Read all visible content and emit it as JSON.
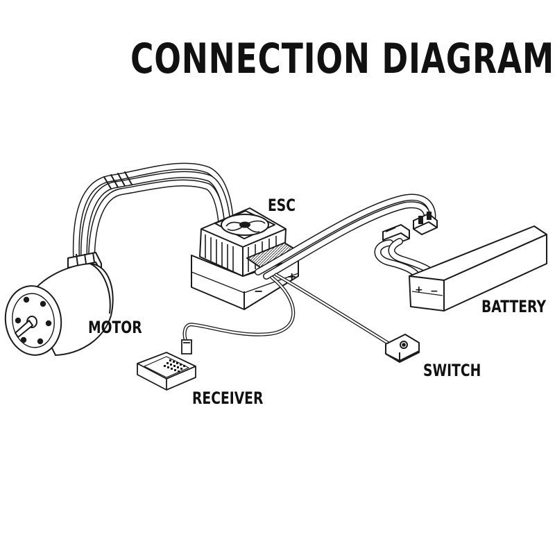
{
  "title": "CONNECTION DIAGRAM",
  "components": {
    "esc": "ESC",
    "motor": "MOTOR",
    "battery": "BATTERY",
    "switch": "SWITCH",
    "receiver": "RECEIVER"
  },
  "polarity": {
    "positive": "+",
    "negative": "−"
  },
  "colors": {
    "line": "#1a1a1a",
    "fill": "#ffffff",
    "shade": "#cfcfcf"
  }
}
